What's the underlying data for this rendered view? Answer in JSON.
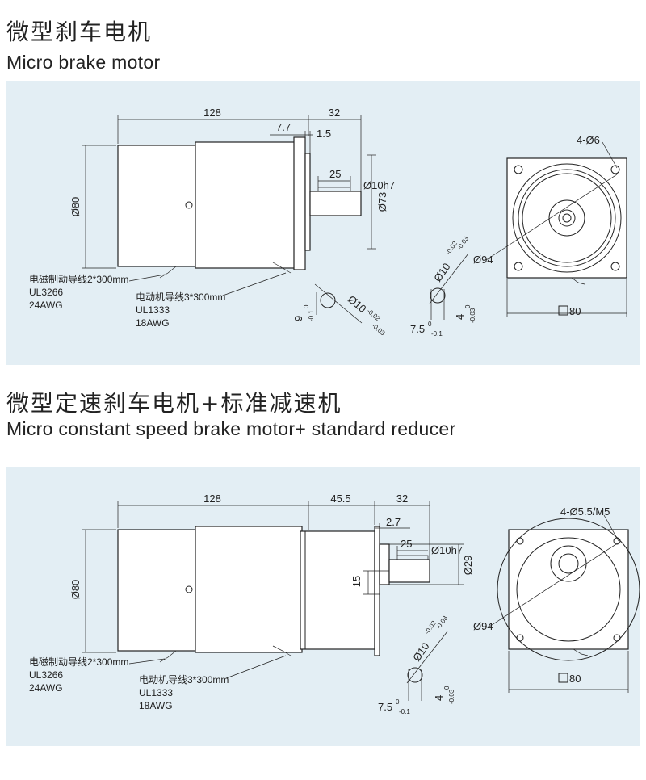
{
  "section1": {
    "title_cn": "微型刹车电机",
    "title_en": "Micro brake motor",
    "dims": {
      "length": "128",
      "shaft_len": "32",
      "d77": "7.7",
      "d15": "1.5",
      "key_len": "25",
      "shaft_dia": "Ø10h7",
      "flange_dia": "Ø73",
      "body_dia": "Ø80",
      "holes": "4-Ø6",
      "pcd": "Ø94",
      "square": "80"
    },
    "wire1": [
      "电磁制动导线2*300mm",
      "UL3266",
      "24AWG"
    ],
    "wire2": [
      "电动机导线3*300mm",
      "UL1333",
      "18AWG"
    ],
    "details": {
      "key_h": "9",
      "key_h_tol_hi": "0",
      "key_h_tol_lo": "-0.1",
      "key_dia": "Ø10",
      "key_dia_tol_hi": "-0.02",
      "key_dia_tol_lo": "-0.03",
      "shaft_dia": "Ø10",
      "shaft_dia_tol_hi": "-0.02",
      "shaft_dia_tol_lo": "-0.03",
      "flat": "7.5",
      "flat_tol_hi": "0",
      "flat_tol_lo": "-0.1",
      "key_w": "4",
      "key_w_tol_hi": "0",
      "key_w_tol_lo": "-0.03"
    }
  },
  "section2": {
    "title_cn": "微型定速刹车电机+标准减速机",
    "title_en": "Micro constant speed brake motor+ standard reducer",
    "dims": {
      "length": "128",
      "gear_len": "45.5",
      "shaft_len": "32",
      "d27": "2.7",
      "key_len": "25",
      "shaft_dia": "Ø10h7",
      "shaft_off": "15",
      "boss_dia": "Ø29",
      "body_dia": "Ø80",
      "holes": "4-Ø5.5/M5",
      "pcd": "Ø94",
      "square": "80"
    },
    "wire1": [
      "电磁制动导线2*300mm",
      "UL3266",
      "24AWG"
    ],
    "wire2": [
      "电动机导线3*300mm",
      "UL1333",
      "18AWG"
    ],
    "details": {
      "shaft_dia": "Ø10",
      "shaft_dia_tol_hi": "-0.02",
      "shaft_dia_tol_lo": "-0.03",
      "flat": "7.5",
      "flat_tol_hi": "0",
      "flat_tol_lo": "-0.1",
      "key_w": "4",
      "key_w_tol_hi": "0",
      "key_w_tol_lo": "-0.03"
    }
  }
}
